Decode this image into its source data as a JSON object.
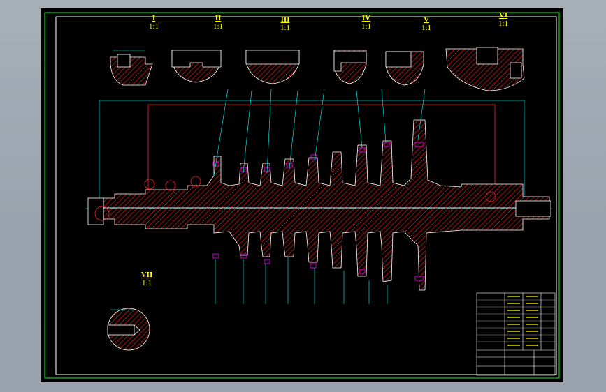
{
  "views": [
    {
      "id": "I",
      "roman": "I",
      "scale": "1:1"
    },
    {
      "id": "II",
      "roman": "II",
      "scale": "1:1"
    },
    {
      "id": "III",
      "roman": "III",
      "scale": "1:1"
    },
    {
      "id": "IV",
      "roman": "IV",
      "scale": "1:1"
    },
    {
      "id": "V",
      "roman": "V",
      "scale": "1:1"
    },
    {
      "id": "VI",
      "roman": "VI",
      "scale": "1:1"
    },
    {
      "id": "VII",
      "roman": "VII",
      "scale": "1:1"
    }
  ],
  "colors": {
    "outline": "#ffffff",
    "border": "#00ff00",
    "dimension": "#00ffff",
    "section": "#ff0000",
    "label": "#ffff00",
    "highlight": "#ff00ff"
  }
}
